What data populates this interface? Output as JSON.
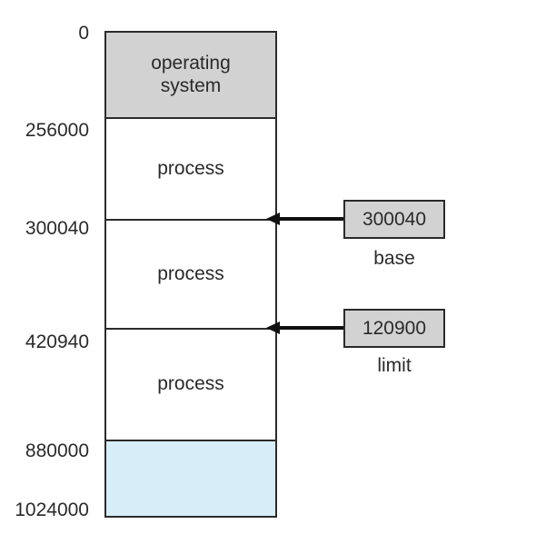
{
  "memory_map": {
    "address_labels": [
      "0",
      "256000",
      "300040",
      "420940",
      "880000",
      "1024000"
    ],
    "sections": [
      {
        "label": "operating system"
      },
      {
        "label": "process"
      },
      {
        "label": "process"
      },
      {
        "label": "process"
      },
      {
        "label": ""
      }
    ]
  },
  "registers": {
    "base": {
      "value": "300040",
      "caption": "base"
    },
    "limit": {
      "value": "120900",
      "caption": "limit"
    }
  },
  "colors": {
    "section_gray": "#d2d2d2",
    "free_space_blue": "#d7edf8",
    "line": "#2b2b2b",
    "text": "#2a2a2a",
    "background": "#ffffff"
  }
}
